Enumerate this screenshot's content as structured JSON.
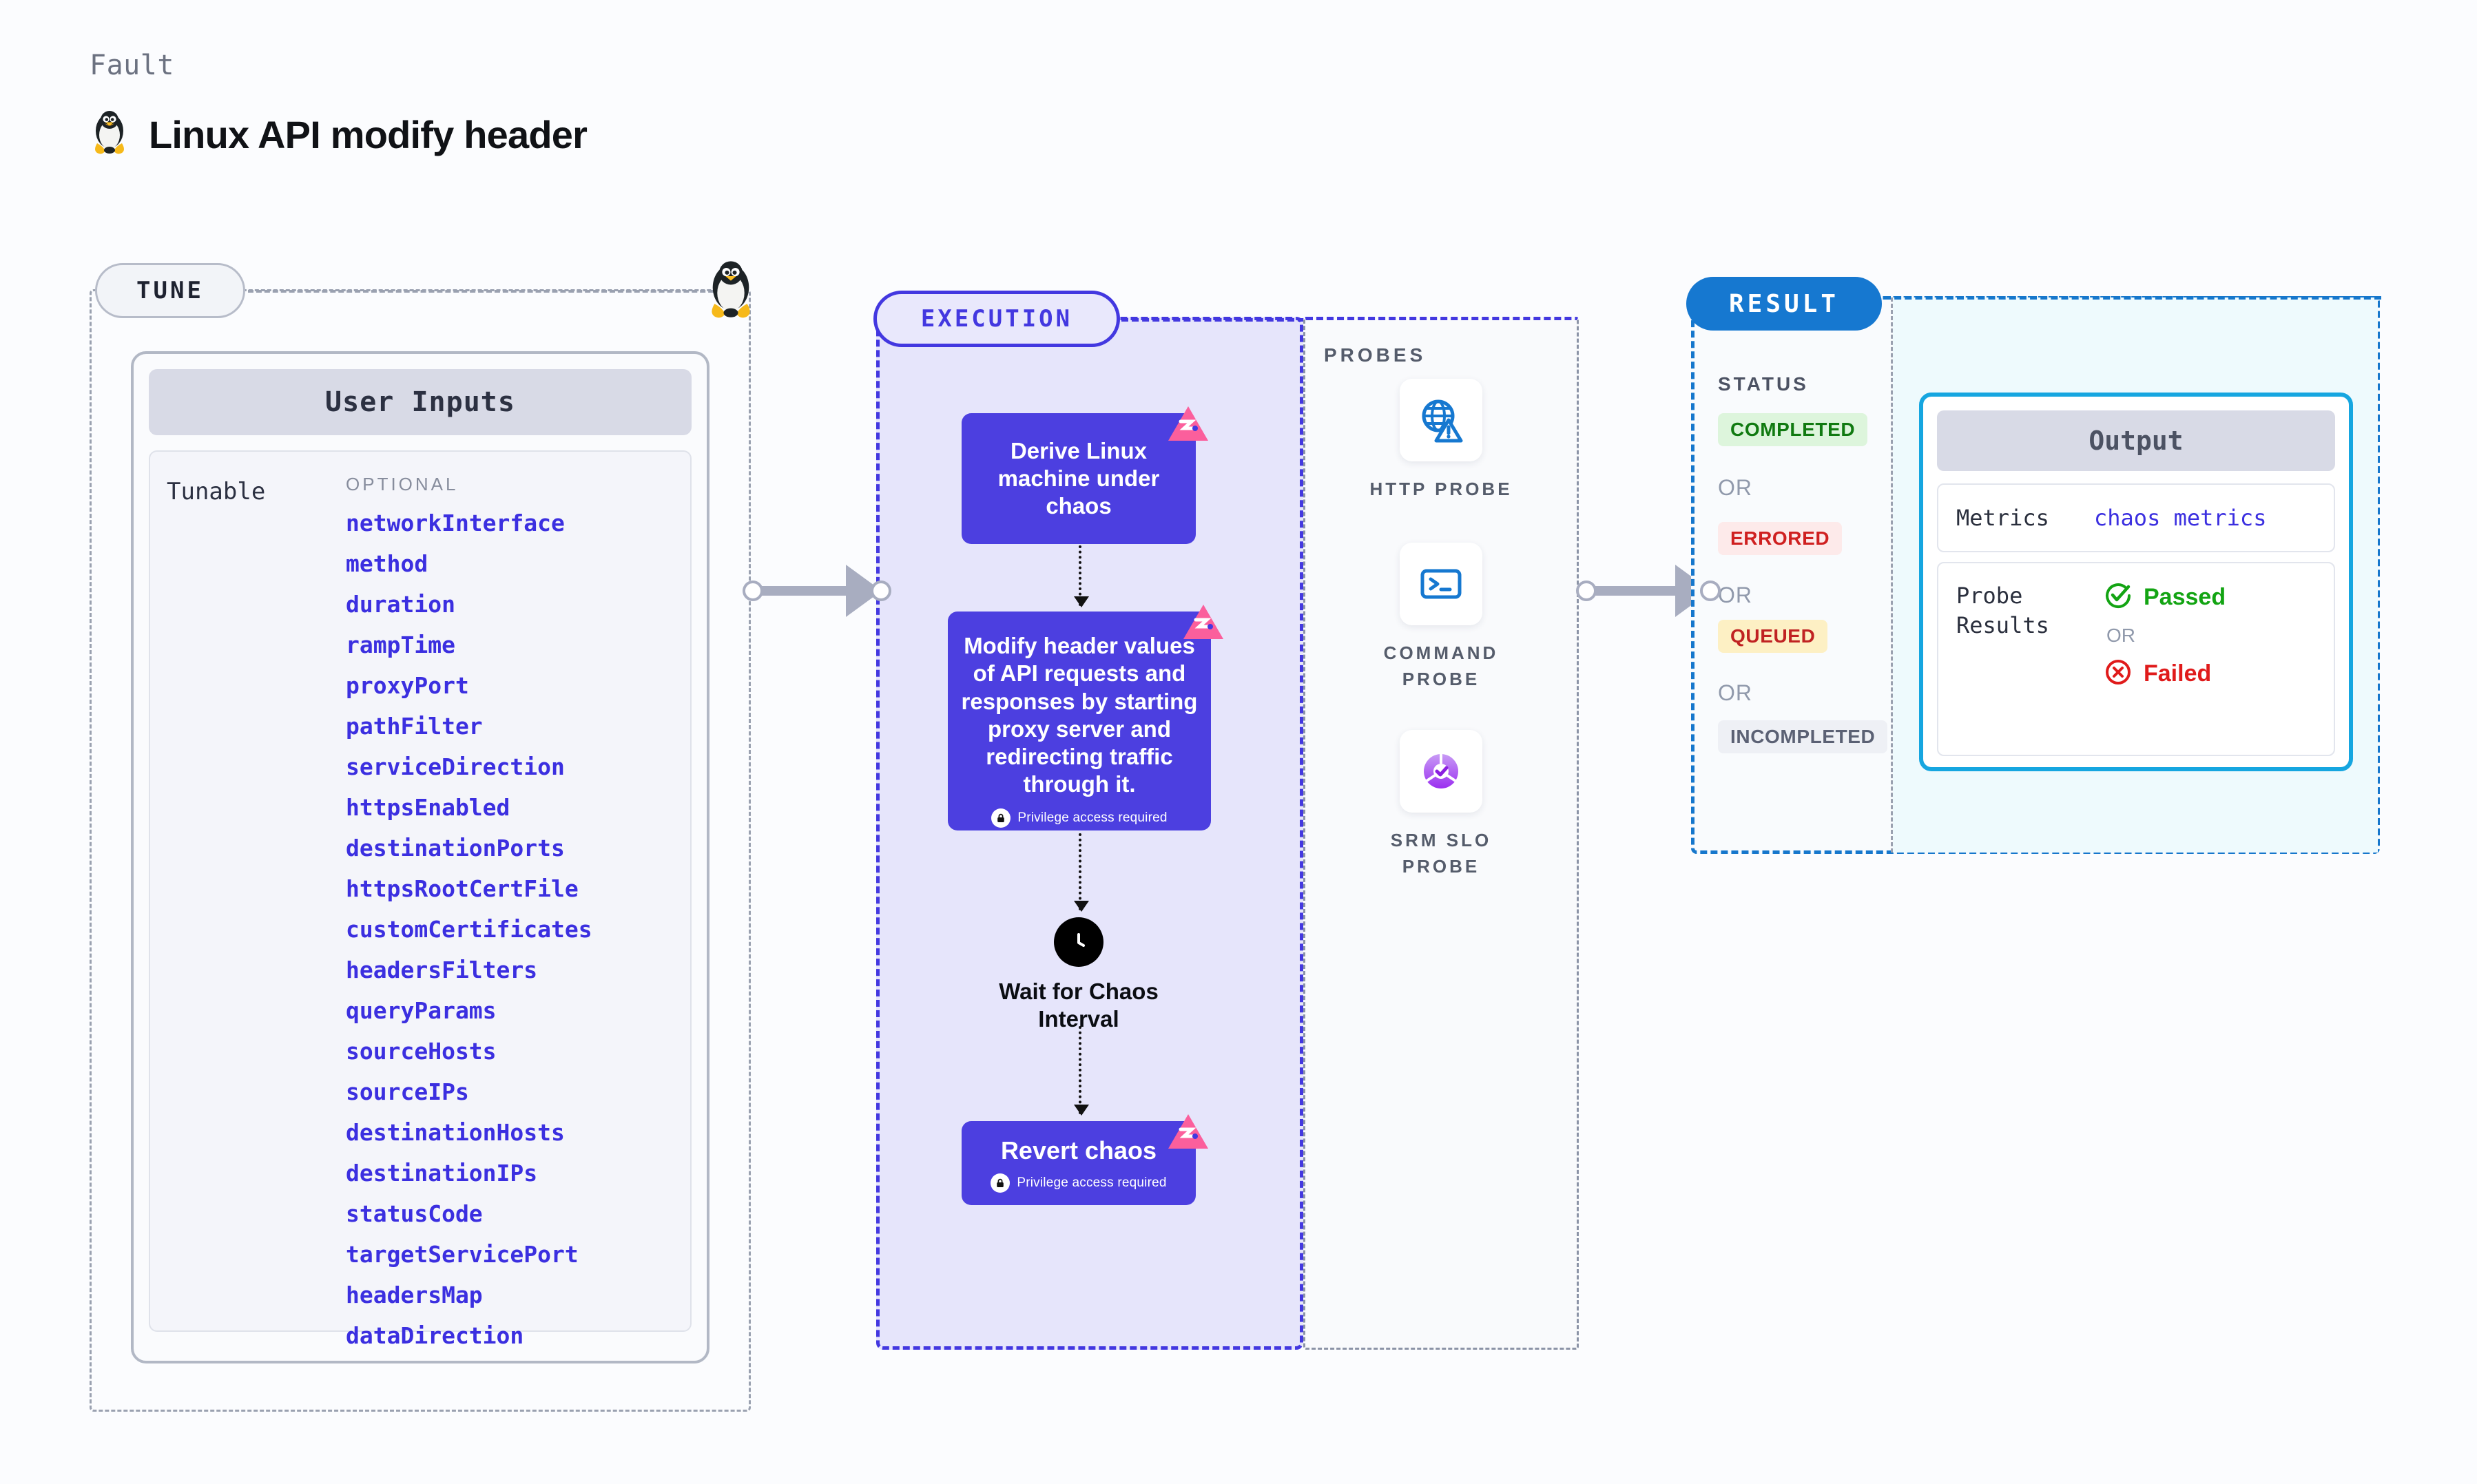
{
  "header": {
    "eyebrow": "Fault",
    "title": "Linux API modify header",
    "icon": "linux-tux-icon"
  },
  "tune": {
    "badge": "TUNE",
    "card_title": "User Inputs",
    "group_label": "Tunable",
    "optional_label": "OPTIONAL",
    "params": [
      "networkInterface",
      "method",
      "duration",
      "rampTime",
      "proxyPort",
      "pathFilter",
      "serviceDirection",
      "httpsEnabled",
      "destinationPorts",
      "httpsRootCertFile",
      "customCertificates",
      "headersFilters",
      "queryParams",
      "sourceHosts",
      "sourceIPs",
      "destinationHosts",
      "destinationIPs",
      "statusCode",
      "targetServicePort",
      "headersMap",
      "dataDirection"
    ]
  },
  "execution": {
    "badge": "EXECUTION",
    "nodes": [
      {
        "id": "derive",
        "label": "Derive Linux machine under chaos",
        "privilege": null,
        "corner_badge": "chaos-action-icon"
      },
      {
        "id": "modify",
        "label": "Modify header values of API requests and responses by starting proxy server and redirecting traffic through it.",
        "privilege": "Privilege access required",
        "corner_badge": "chaos-action-icon"
      },
      {
        "id": "wait",
        "label": "Wait for Chaos Interval",
        "icon": "clock-icon"
      },
      {
        "id": "revert",
        "label": "Revert chaos",
        "privilege": "Privilege access required",
        "corner_badge": "chaos-action-icon"
      }
    ]
  },
  "probes": {
    "title": "PROBES",
    "items": [
      {
        "label": "HTTP PROBE",
        "icon": "globe-warning-icon"
      },
      {
        "label": "COMMAND PROBE",
        "icon": "terminal-icon"
      },
      {
        "label": "SRM SLO PROBE",
        "icon": "slo-donut-check-icon"
      }
    ]
  },
  "result": {
    "badge": "RESULT",
    "status_title": "STATUS",
    "or_label": "OR",
    "statuses": [
      {
        "label": "COMPLETED",
        "bg": "#ddf5dc",
        "fg": "#117a11"
      },
      {
        "label": "ERRORED",
        "bg": "#fdeaea",
        "fg": "#cf2020"
      },
      {
        "label": "QUEUED",
        "bg": "#fdf0c4",
        "fg": "#c02222"
      },
      {
        "label": "INCOMPLETED",
        "bg": "#eef0f5",
        "fg": "#5b6174"
      }
    ],
    "output": {
      "title": "Output",
      "metrics_key": "Metrics",
      "metrics_value": "chaos metrics",
      "probe_results_key": "Probe Results",
      "passed_label": "Passed",
      "failed_label": "Failed",
      "or_label": "OR",
      "passed_color": "#13a413",
      "failed_color": "#e01b1b"
    }
  },
  "colors": {
    "accent_purple": "#4338e0",
    "accent_blue": "#1678d0",
    "accent_cyan": "#16a6e0",
    "node_purple": "#4c3fe0",
    "corner_pink": "#fb5f9c"
  }
}
